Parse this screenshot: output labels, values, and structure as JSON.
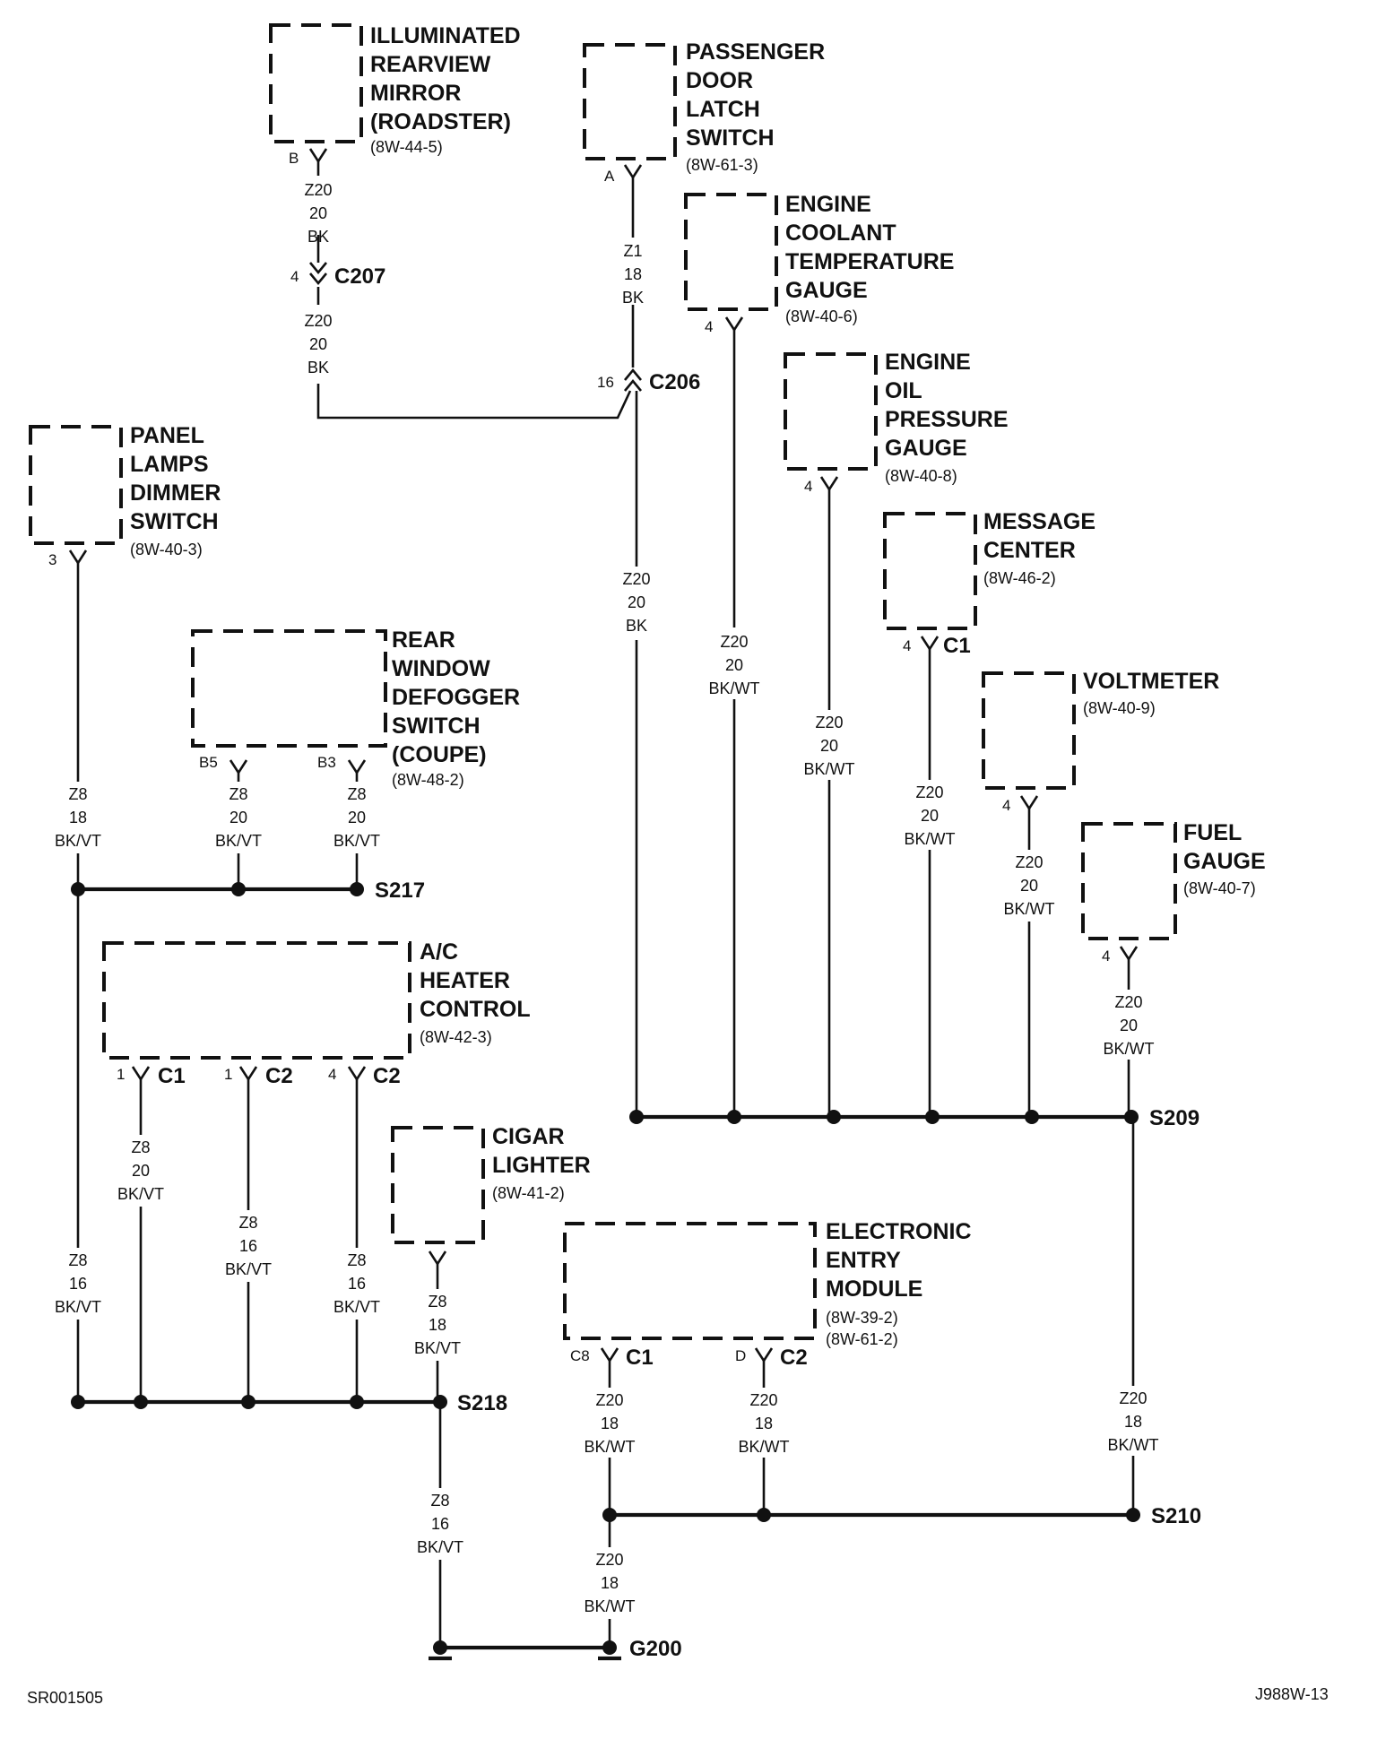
{
  "components": {
    "mirror": {
      "title": [
        "ILLUMINATED",
        "REARVIEW",
        "MIRROR",
        "(ROADSTER)"
      ],
      "refs": [
        "(8W-44-5)"
      ]
    },
    "door_latch": {
      "title": [
        "PASSENGER",
        "DOOR",
        "LATCH",
        "SWITCH"
      ],
      "refs": [
        "(8W-61-3)"
      ]
    },
    "coolant": {
      "title": [
        "ENGINE",
        "COOLANT",
        "TEMPERATURE",
        "GAUGE"
      ],
      "refs": [
        "(8W-40-6)"
      ]
    },
    "oil": {
      "title": [
        "ENGINE",
        "OIL",
        "PRESSURE",
        "GAUGE"
      ],
      "refs": [
        "(8W-40-8)"
      ]
    },
    "message": {
      "title": [
        "MESSAGE",
        "CENTER"
      ],
      "refs": [
        "(8W-46-2)"
      ]
    },
    "voltmeter": {
      "title": [
        "VOLTMETER"
      ],
      "refs": [
        "(8W-40-9)"
      ]
    },
    "fuel": {
      "title": [
        "FUEL",
        "GAUGE"
      ],
      "refs": [
        "(8W-40-7)"
      ]
    },
    "dimmer": {
      "title": [
        "PANEL",
        "LAMPS",
        "DIMMER",
        "SWITCH"
      ],
      "refs": [
        "(8W-40-3)"
      ]
    },
    "defogger": {
      "title": [
        "REAR",
        "WINDOW",
        "DEFOGGER",
        "SWITCH",
        "(COUPE)"
      ],
      "refs": [
        "(8W-48-2)"
      ]
    },
    "heater": {
      "title": [
        "A/C",
        "HEATER",
        "CONTROL"
      ],
      "refs": [
        "(8W-42-3)"
      ]
    },
    "cigar": {
      "title": [
        "CIGAR",
        "LIGHTER"
      ],
      "refs": [
        "(8W-41-2)"
      ]
    },
    "entry": {
      "title": [
        "ELECTRONIC",
        "ENTRY",
        "MODULE"
      ],
      "refs": [
        "(8W-39-2)",
        "(8W-61-2)"
      ]
    }
  },
  "pins": {
    "mirror": "B",
    "c207": "4",
    "door_latch": "A",
    "c206": "16",
    "coolant": "4",
    "oil": "4",
    "message": "4",
    "voltmeter": "4",
    "fuel": "4",
    "dimmer": "3",
    "defogger_b5": "B5",
    "defogger_b3": "B3",
    "heater_c1": "1",
    "heater_c2a": "1",
    "heater_c2b": "4",
    "entry_c8": "C8",
    "entry_d": "D"
  },
  "connectors": {
    "c207": "C207",
    "c206": "C206",
    "message": "C1",
    "heater_c1": "C1",
    "heater_c2a": "C2",
    "heater_c2b": "C2",
    "entry_c1": "C1",
    "entry_c2": "C2"
  },
  "wires": {
    "mirror_top": [
      "Z20",
      "20",
      "BK"
    ],
    "mirror_bottom": [
      "Z20",
      "20",
      "BK"
    ],
    "latch": [
      "Z1",
      "18",
      "BK"
    ],
    "c206_down": [
      "Z20",
      "20",
      "BK"
    ],
    "coolant": [
      "Z20",
      "20",
      "BK/WT"
    ],
    "oil": [
      "Z20",
      "20",
      "BK/WT"
    ],
    "message": [
      "Z20",
      "20",
      "BK/WT"
    ],
    "voltmeter": [
      "Z20",
      "20",
      "BK/WT"
    ],
    "fuel": [
      "Z20",
      "20",
      "BK/WT"
    ],
    "dimmer": [
      "Z8",
      "18",
      "BK/VT"
    ],
    "defog_b5": [
      "Z8",
      "20",
      "BK/VT"
    ],
    "defog_b3": [
      "Z8",
      "20",
      "BK/VT"
    ],
    "heater_c1": [
      "Z8",
      "20",
      "BK/VT"
    ],
    "heater_c2a": [
      "Z8",
      "16",
      "BK/VT"
    ],
    "heater_c2b": [
      "Z8",
      "16",
      "BK/VT"
    ],
    "left_s218": [
      "Z8",
      "16",
      "BK/VT"
    ],
    "cigar": [
      "Z8",
      "18",
      "BK/VT"
    ],
    "s218_g200": [
      "Z8",
      "16",
      "BK/VT"
    ],
    "entry_c1": [
      "Z20",
      "18",
      "BK/WT"
    ],
    "entry_c2": [
      "Z20",
      "18",
      "BK/WT"
    ],
    "s209_s210": [
      "Z20",
      "18",
      "BK/WT"
    ],
    "s210_g200": [
      "Z20",
      "18",
      "BK/WT"
    ]
  },
  "splices": {
    "s217": "S217",
    "s209": "S209",
    "s218": "S218",
    "s210": "S210",
    "g200": "G200"
  },
  "corner_labels": {
    "left": "SR001505",
    "right": "J988W-13"
  }
}
